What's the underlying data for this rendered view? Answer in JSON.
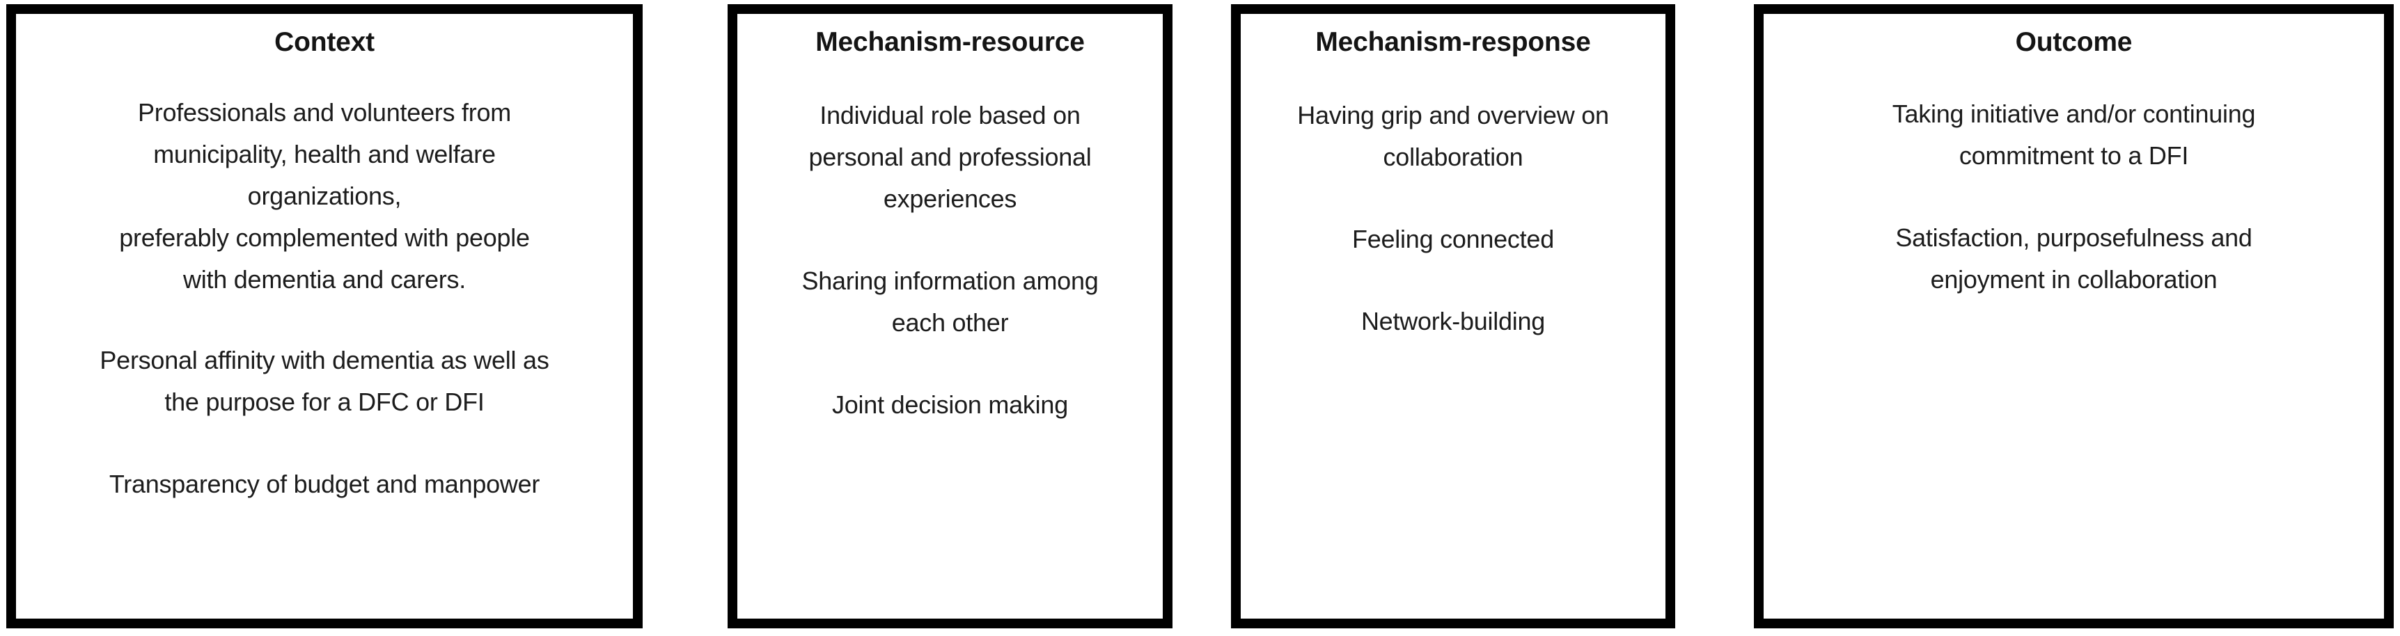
{
  "figure": {
    "type": "cmo-configuration-boxes",
    "box_count": 4,
    "border_color": "#000000",
    "background_color": "#ffffff",
    "text_color": "#1c1c1c"
  },
  "boxes": [
    {
      "id": "context",
      "title": "Context",
      "paragraphs": [
        "Professionals and volunteers from municipality, health and welfare organizations,\npreferably complemented with people with dementia and carers.",
        "Personal affinity with dementia as well as the purpose for a DFC or DFI",
        "Transparency of budget and manpower"
      ],
      "lines": [
        [
          "Professionals and volunteers from",
          "municipality, health and welfare",
          "organizations,",
          "preferably complemented with people",
          "with dementia and carers."
        ],
        [
          "Personal affinity with dementia as well as",
          "the purpose for a DFC or DFI"
        ],
        [
          "Transparency of budget and manpower"
        ]
      ]
    },
    {
      "id": "mechanism-resource",
      "title": "Mechanism-resource",
      "paragraphs": [
        "Individual role based on personal and professional experiences",
        "Sharing information among each other",
        "Joint decision making"
      ],
      "lines": [
        [
          "Individual role based on",
          "personal and professional",
          "experiences"
        ],
        [
          "Sharing information among",
          "each other"
        ],
        [
          "Joint decision making"
        ]
      ]
    },
    {
      "id": "mechanism-response",
      "title": "Mechanism-response",
      "paragraphs": [
        "Having grip and overview on collaboration",
        "Feeling connected",
        "Network-building"
      ],
      "lines": [
        [
          "Having grip and overview on",
          "collaboration"
        ],
        [
          "Feeling connected"
        ],
        [
          "Network-building"
        ]
      ]
    },
    {
      "id": "outcome",
      "title": "Outcome",
      "paragraphs": [
        "Taking initiative and/or continuing commitment to a DFI",
        "Satisfaction, purposefulness and enjoyment in collaboration"
      ],
      "lines": [
        [
          "Taking initiative and/or continuing",
          "commitment to a DFI"
        ],
        [
          "Satisfaction, purposefulness and",
          "enjoyment in collaboration"
        ]
      ]
    }
  ]
}
